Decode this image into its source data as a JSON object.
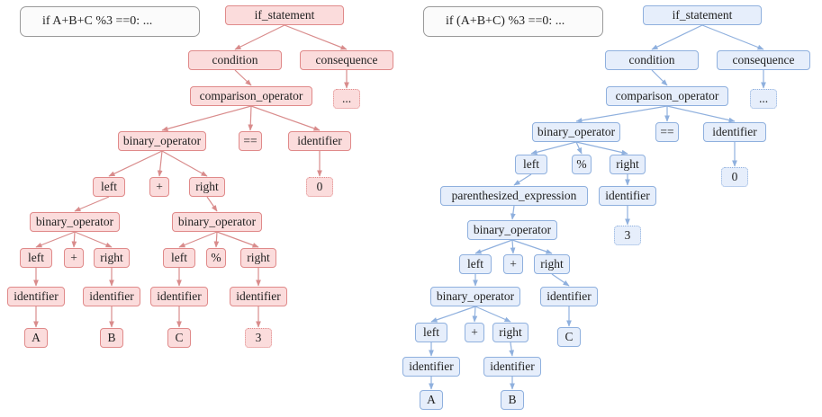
{
  "panels": [
    {
      "id": "left",
      "theme": "red",
      "edge_color": "#d98c8c",
      "code": "if A+B+C %3 ==0: ...",
      "nodes": [
        {
          "id": "if",
          "label": "if_statement"
        },
        {
          "id": "cond",
          "label": "condition",
          "parent": "if"
        },
        {
          "id": "cons",
          "label": "consequence",
          "parent": "if"
        },
        {
          "id": "dots",
          "label": "...",
          "parent": "cons",
          "leaf": true
        },
        {
          "id": "cmp",
          "label": "comparison_operator",
          "parent": "cond"
        },
        {
          "id": "bin1",
          "label": "binary_operator",
          "parent": "cmp"
        },
        {
          "id": "eq",
          "label": "==",
          "parent": "cmp"
        },
        {
          "id": "id0",
          "label": "identifier",
          "parent": "cmp"
        },
        {
          "id": "zero",
          "label": "0",
          "parent": "id0",
          "leaf": true
        },
        {
          "id": "l1",
          "label": "left",
          "parent": "bin1"
        },
        {
          "id": "p1",
          "label": "+",
          "parent": "bin1"
        },
        {
          "id": "r1",
          "label": "right",
          "parent": "bin1"
        },
        {
          "id": "bin2",
          "label": "binary_operator",
          "parent": "l1"
        },
        {
          "id": "bin3",
          "label": "binary_operator",
          "parent": "r1"
        },
        {
          "id": "l2",
          "label": "left",
          "parent": "bin2"
        },
        {
          "id": "p2",
          "label": "+",
          "parent": "bin2"
        },
        {
          "id": "r2",
          "label": "right",
          "parent": "bin2"
        },
        {
          "id": "l3",
          "label": "left",
          "parent": "bin3"
        },
        {
          "id": "m3",
          "label": "%",
          "parent": "bin3"
        },
        {
          "id": "r3",
          "label": "right",
          "parent": "bin3"
        },
        {
          "id": "idA",
          "label": "identifier",
          "parent": "l2"
        },
        {
          "id": "idB",
          "label": "identifier",
          "parent": "r2"
        },
        {
          "id": "idC",
          "label": "identifier",
          "parent": "l3"
        },
        {
          "id": "id3",
          "label": "identifier",
          "parent": "r3"
        },
        {
          "id": "A",
          "label": "A",
          "parent": "idA"
        },
        {
          "id": "B",
          "label": "B",
          "parent": "idB"
        },
        {
          "id": "C",
          "label": "C",
          "parent": "idC"
        },
        {
          "id": "three",
          "label": "3",
          "parent": "id3",
          "leaf": true
        }
      ]
    },
    {
      "id": "right",
      "theme": "blue",
      "edge_color": "#8fb0de",
      "code": "if (A+B+C) %3 ==0: ...",
      "nodes": [
        {
          "id": "if",
          "label": "if_statement"
        },
        {
          "id": "cond",
          "label": "condition",
          "parent": "if"
        },
        {
          "id": "cons",
          "label": "consequence",
          "parent": "if"
        },
        {
          "id": "dots",
          "label": "...",
          "parent": "cons",
          "leaf": true
        },
        {
          "id": "cmp",
          "label": "comparison_operator",
          "parent": "cond"
        },
        {
          "id": "bin1",
          "label": "binary_operator",
          "parent": "cmp"
        },
        {
          "id": "eq",
          "label": "==",
          "parent": "cmp"
        },
        {
          "id": "id0",
          "label": "identifier",
          "parent": "cmp"
        },
        {
          "id": "zero",
          "label": "0",
          "parent": "id0",
          "leaf": true
        },
        {
          "id": "l1",
          "label": "left",
          "parent": "bin1"
        },
        {
          "id": "m1",
          "label": "%",
          "parent": "bin1"
        },
        {
          "id": "r1",
          "label": "right",
          "parent": "bin1"
        },
        {
          "id": "par",
          "label": "parenthesized_expression",
          "parent": "l1"
        },
        {
          "id": "id3",
          "label": "identifier",
          "parent": "r1"
        },
        {
          "id": "three",
          "label": "3",
          "parent": "id3",
          "leaf": true
        },
        {
          "id": "bin2",
          "label": "binary_operator",
          "parent": "par"
        },
        {
          "id": "l2",
          "label": "left",
          "parent": "bin2"
        },
        {
          "id": "p2",
          "label": "+",
          "parent": "bin2"
        },
        {
          "id": "r2",
          "label": "right",
          "parent": "bin2"
        },
        {
          "id": "bin3",
          "label": "binary_operator",
          "parent": "l2"
        },
        {
          "id": "idC",
          "label": "identifier",
          "parent": "r2"
        },
        {
          "id": "C",
          "label": "C",
          "parent": "idC"
        },
        {
          "id": "l3",
          "label": "left",
          "parent": "bin3"
        },
        {
          "id": "p3",
          "label": "+",
          "parent": "bin3"
        },
        {
          "id": "r3",
          "label": "right",
          "parent": "bin3"
        },
        {
          "id": "idA",
          "label": "identifier",
          "parent": "l3"
        },
        {
          "id": "idB",
          "label": "identifier",
          "parent": "r3"
        },
        {
          "id": "A",
          "label": "A",
          "parent": "idA"
        },
        {
          "id": "B",
          "label": "B",
          "parent": "idB"
        }
      ]
    }
  ]
}
